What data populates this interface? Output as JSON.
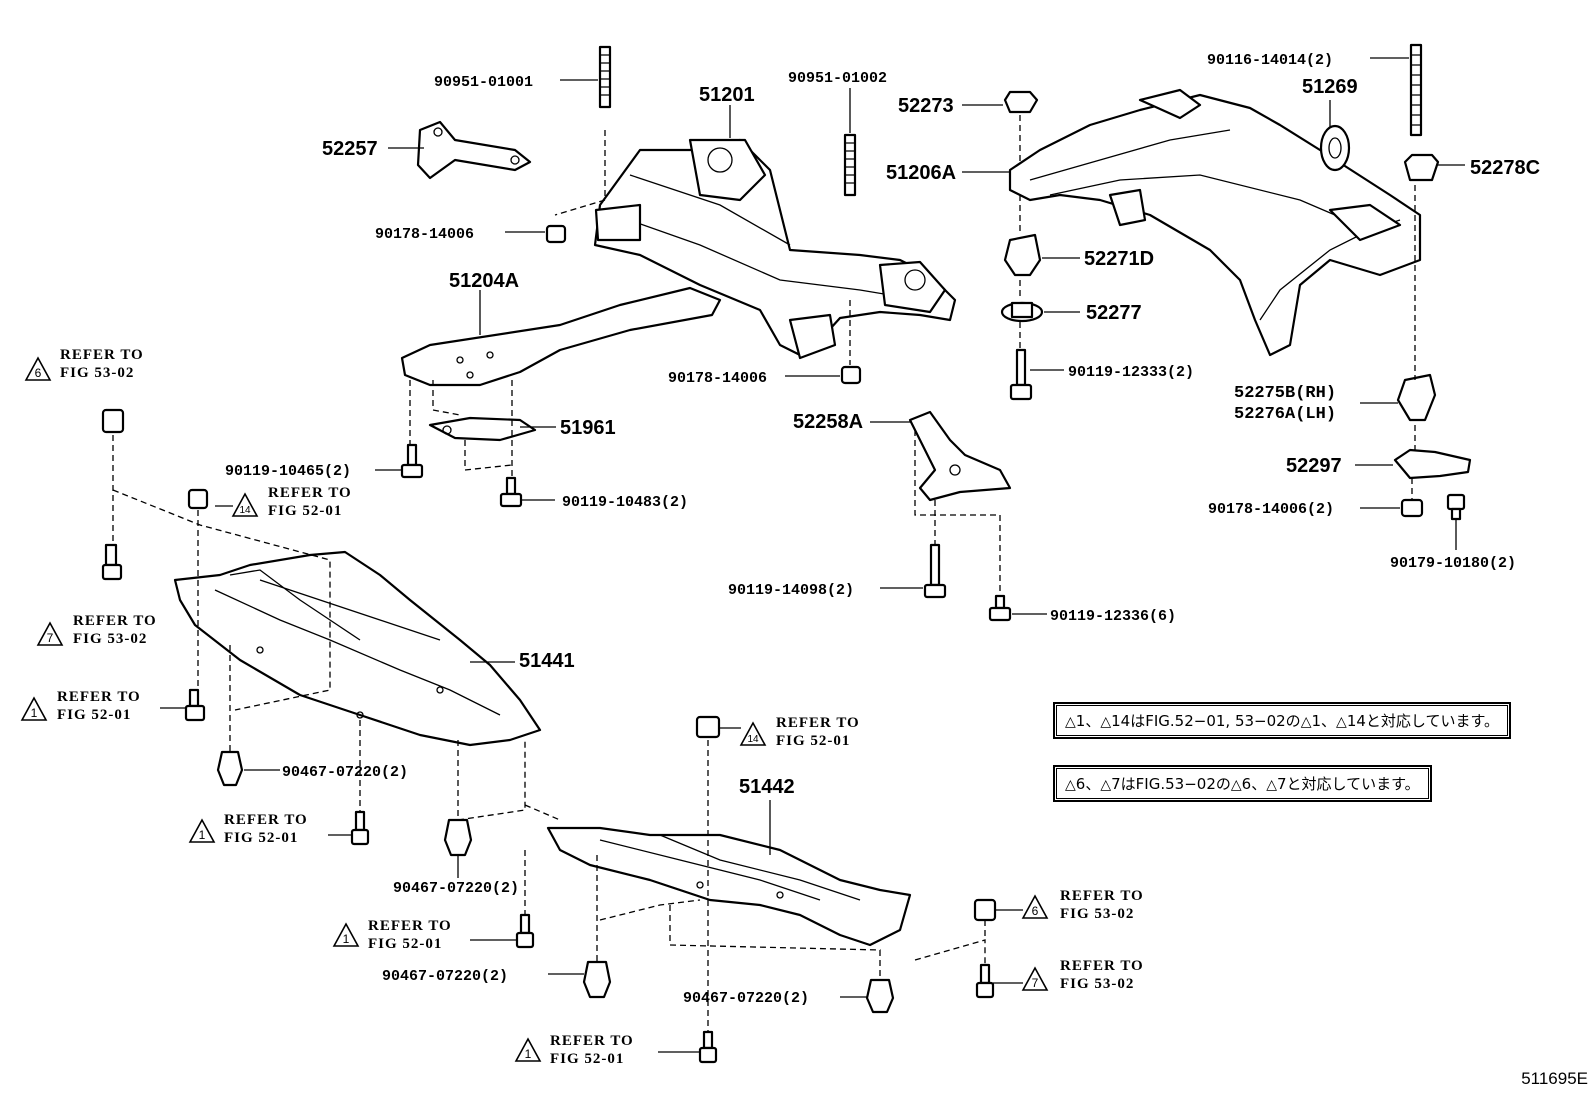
{
  "parts": {
    "p90951_01001": "90951-01001",
    "p51201": "51201",
    "p90951_01002": "90951-01002",
    "p52257": "52257",
    "p90178_14006a": "90178-14006",
    "p51204A": "51204A",
    "p90178_14006b": "90178-14006",
    "p51961": "51961",
    "p90119_10465": "90119-10465(2)",
    "p90119_10483": "90119-10483(2)",
    "p52258A": "52258A",
    "p90119_14098": "90119-14098(2)",
    "p90119_12336": "90119-12336(6)",
    "p52273": "52273",
    "p51206A": "51206A",
    "p52271D": "52271D",
    "p52277": "52277",
    "p90119_12333": "90119-12333(2)",
    "p90116_14014": "90116-14014(2)",
    "p51269": "51269",
    "p52278C": "52278C",
    "p52275B": "52275B(RH)",
    "p52276A": "52276A(LH)",
    "p52297": "52297",
    "p90178_14006c": "90178-14006(2)",
    "p90179_10180": "90179-10180(2)",
    "p51441": "51441",
    "p90467_a": "90467-07220(2)",
    "p90467_b": "90467-07220(2)",
    "p51442": "51442",
    "p90467_c": "90467-07220(2)",
    "p90467_d": "90467-07220(2)"
  },
  "refs": [
    {
      "num": "6",
      "line1": "REFER TO",
      "line2": "FIG 53-02"
    },
    {
      "num": "14",
      "line1": "REFER TO",
      "line2": "FIG 52-01"
    },
    {
      "num": "7",
      "line1": "REFER TO",
      "line2": "FIG 53-02"
    },
    {
      "num": "1",
      "line1": "REFER TO",
      "line2": "FIG 52-01"
    },
    {
      "num": "1",
      "line1": "REFER TO",
      "line2": "FIG 52-01"
    },
    {
      "num": "1",
      "line1": "REFER TO",
      "line2": "FIG 52-01"
    },
    {
      "num": "14",
      "line1": "REFER TO",
      "line2": "FIG 52-01"
    },
    {
      "num": "1",
      "line1": "REFER TO",
      "line2": "FIG 52-01"
    },
    {
      "num": "6",
      "line1": "REFER TO",
      "line2": "FIG 53-02"
    },
    {
      "num": "7",
      "line1": "REFER TO",
      "line2": "FIG 53-02"
    }
  ],
  "notes": {
    "note1": {
      "a": "1",
      "b": "14",
      "mid": "はFIG.52−01, 53−02の",
      "c": "1",
      "d": "14",
      "end": "と対応しています。"
    },
    "note2": {
      "a": "6",
      "b": "7",
      "mid": "はFIG.53−02の",
      "c": "6",
      "d": "7",
      "end": "と対応しています。"
    }
  },
  "figure_code": "511695E"
}
